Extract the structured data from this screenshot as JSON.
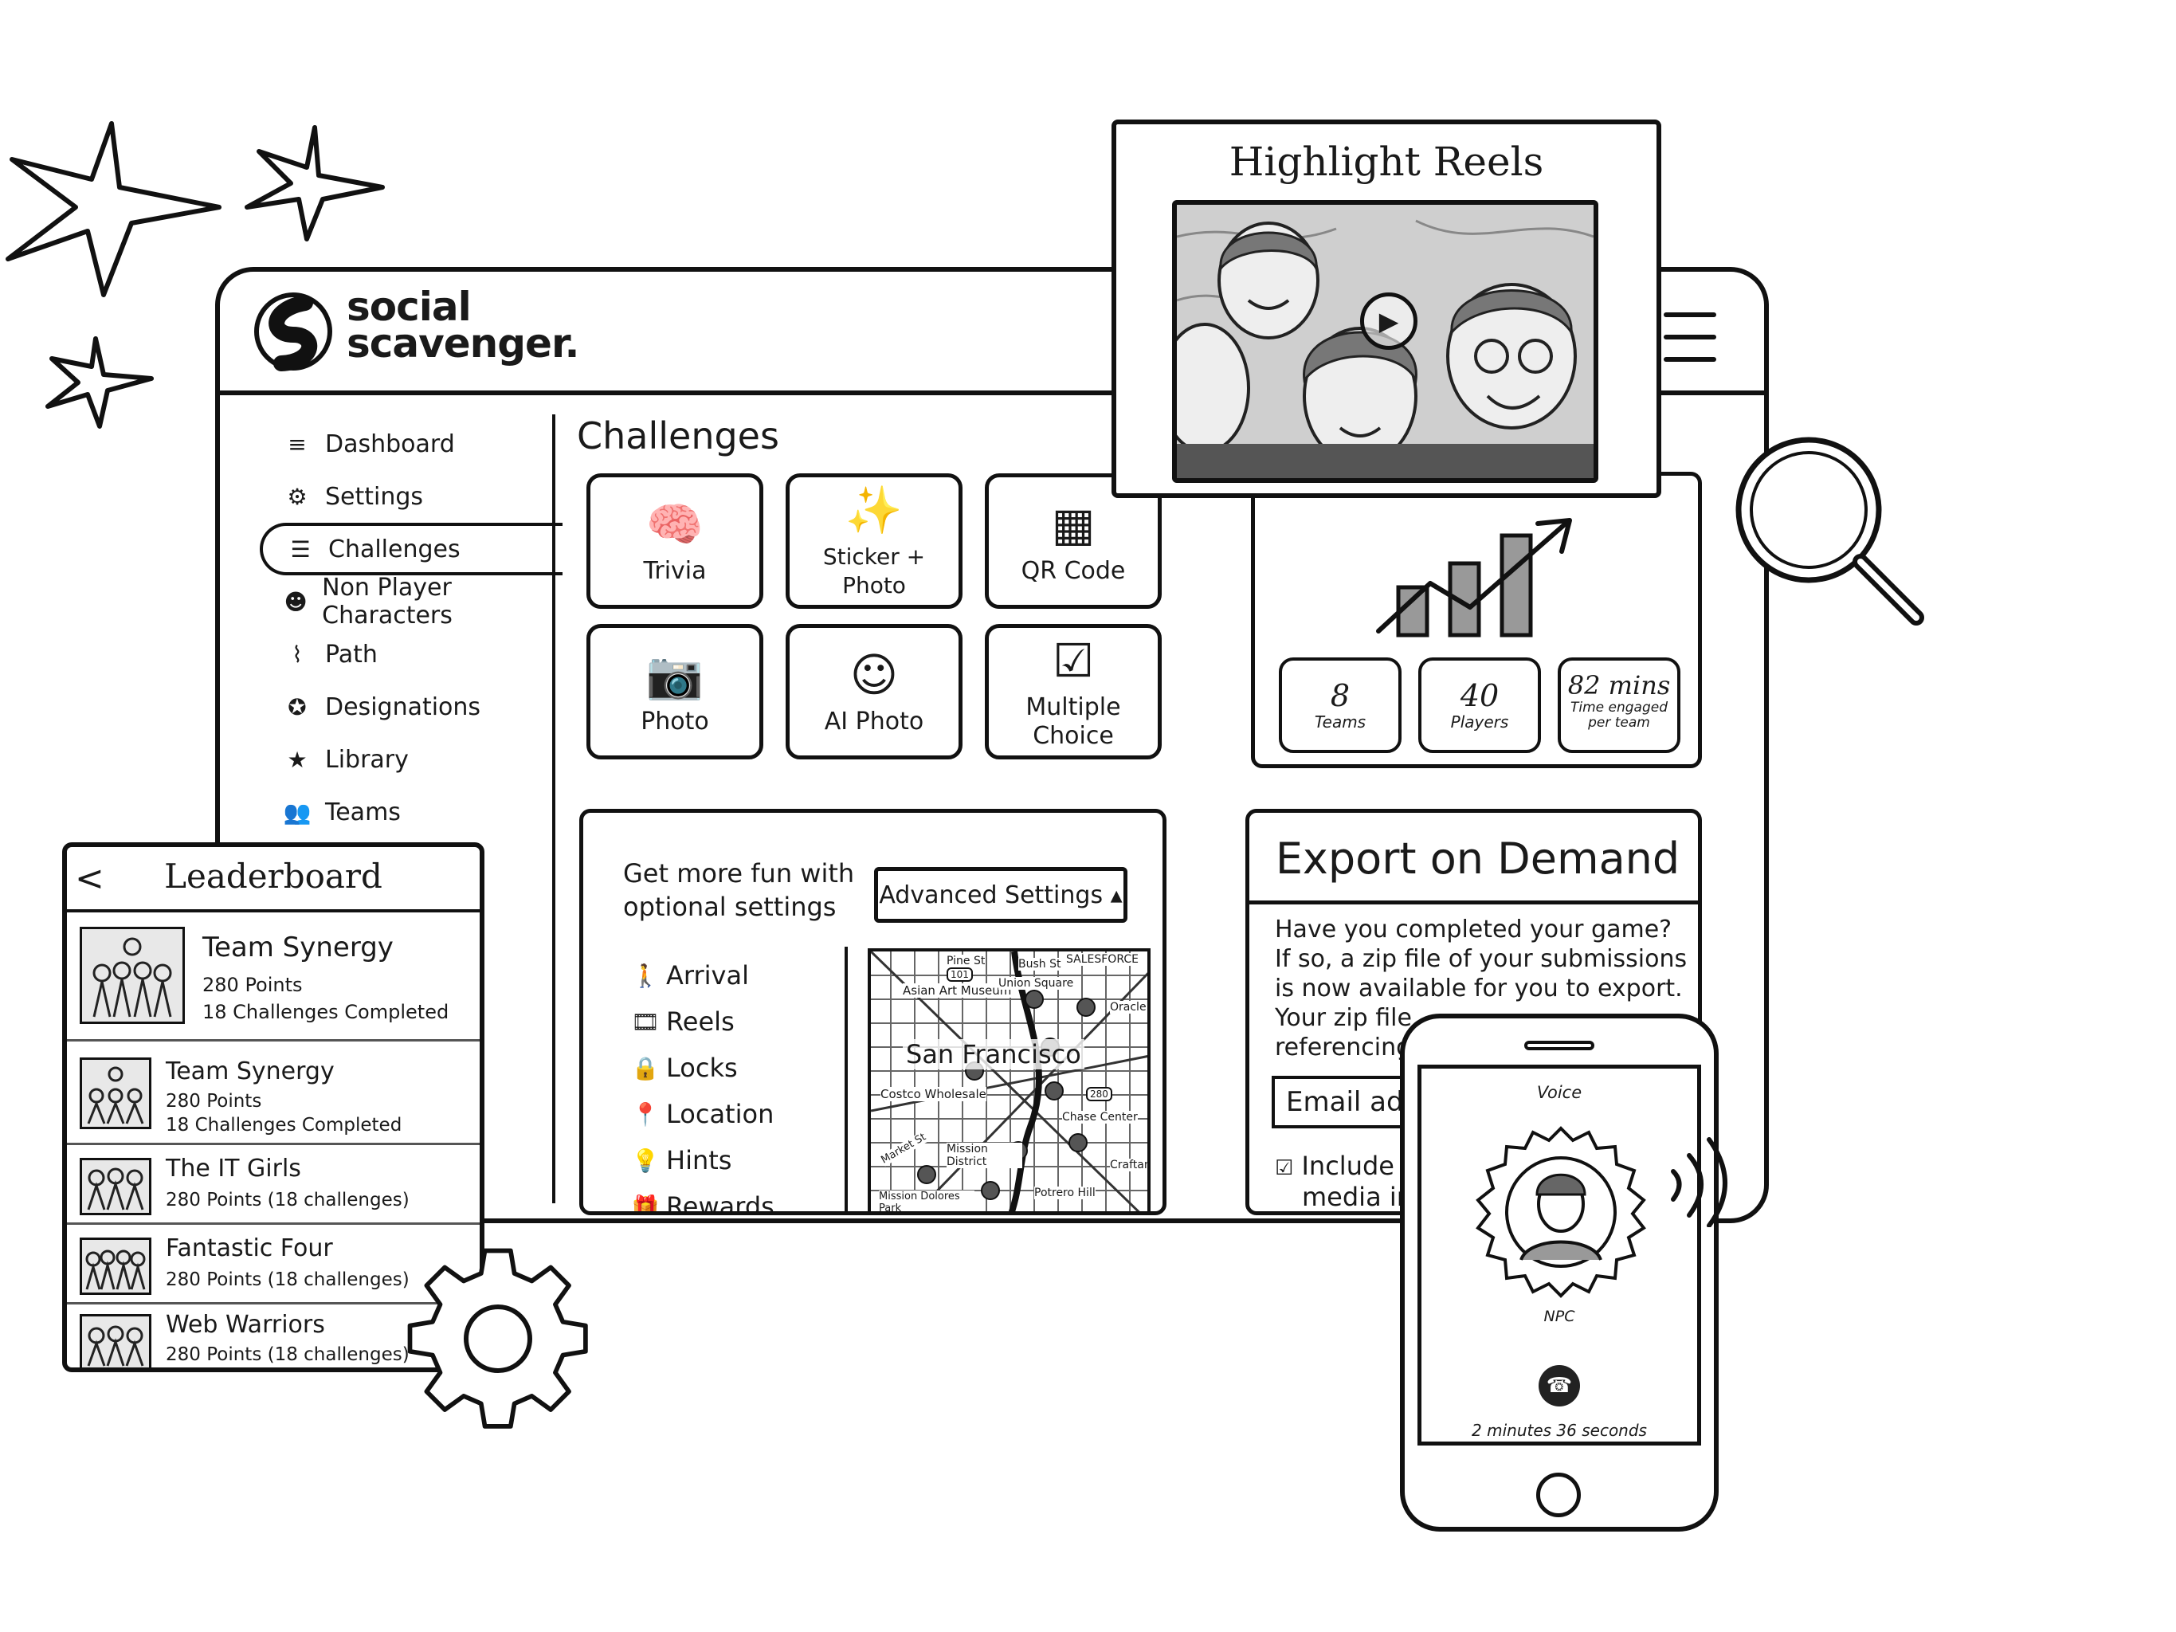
{
  "brand": {
    "line1": "social",
    "line2": "scavenger."
  },
  "sidebar": {
    "items": [
      {
        "icon": "≡",
        "label": "Dashboard"
      },
      {
        "icon": "⚙",
        "label": "Settings"
      },
      {
        "icon": "☰",
        "label": "Challenges"
      },
      {
        "icon": "☻",
        "label": "Non Player Characters"
      },
      {
        "icon": "⌇",
        "label": "Path"
      },
      {
        "icon": "✪",
        "label": "Designations"
      },
      {
        "icon": "★",
        "label": "Library"
      },
      {
        "icon": "👥",
        "label": "Teams"
      }
    ]
  },
  "challenges": {
    "title": "Challenges",
    "cards": [
      {
        "icon": "🧠",
        "label": "Trivia"
      },
      {
        "icon": "✨",
        "label": "Sticker + Photo"
      },
      {
        "icon": "▦",
        "label": "QR Code"
      },
      {
        "icon": "📷",
        "label": "Photo"
      },
      {
        "icon": "☺",
        "label": "AI Photo"
      },
      {
        "icon": "☑",
        "label": "Multiple Choice"
      }
    ]
  },
  "stats": [
    {
      "value": "8",
      "label": "Teams"
    },
    {
      "value": "40",
      "label": "Players"
    },
    {
      "value": "82 mins",
      "label": "Time engaged per team"
    }
  ],
  "settings_panel": {
    "intro": "Get more fun with optional settings",
    "advanced_button": "Advanced Settings ▴",
    "options": [
      {
        "icon": "🚶",
        "label": "Arrival"
      },
      {
        "icon": "🎞",
        "label": "Reels"
      },
      {
        "icon": "🔒",
        "label": "Locks"
      },
      {
        "icon": "📍",
        "label": "Location"
      },
      {
        "icon": "💡",
        "label": "Hints"
      },
      {
        "icon": "🎁",
        "label": "Rewards"
      }
    ],
    "map": {
      "city": "San Francisco",
      "labels": [
        "Pine St",
        "Bush St",
        "SALESFORCE",
        "Asian Art Museum",
        "Union Square",
        "Oracle",
        "Costco Wholesale",
        "Chase Center",
        "Mission District",
        "Mission Dolores Park",
        "Potrero Hill",
        "Craftan",
        "Market St",
        "101",
        "280"
      ]
    }
  },
  "export": {
    "title": "Export on Demand",
    "body": "Have you completed your game? If so, a zip file of your submissions is now available for you to export. Your zip file",
    "body_tail": "referencing",
    "email_placeholder": "Email ad",
    "include_label": "Include",
    "include_tail": "media in"
  },
  "reels": {
    "title": "Highlight Reels"
  },
  "leaderboard": {
    "title": "Leaderboard",
    "back": "<",
    "rows": [
      {
        "name": "Team Synergy",
        "points": "280 Points",
        "detail": "18 Challenges Completed"
      },
      {
        "name": "Team Synergy",
        "points": "280 Points",
        "detail": "18 Challenges Completed"
      },
      {
        "name": "The IT Girls",
        "points": "280 Points (18 challenges)"
      },
      {
        "name": "Fantastic Four",
        "points": "280 Points (18 challenges)"
      },
      {
        "name": "Web Warriors",
        "points": "280 Points (18 challenges)"
      }
    ]
  },
  "phone": {
    "title": "Voice",
    "npc_label": "NPC",
    "hangup_icon": "☎",
    "duration": "2 minutes 36 seconds"
  }
}
